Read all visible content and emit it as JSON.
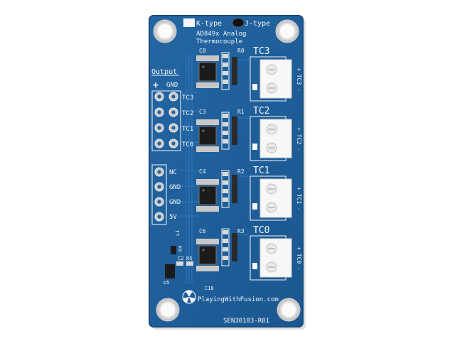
{
  "board": {
    "jumper_k": "K-type",
    "jumper_j": "J-type",
    "title_line1": "AD849x Analog",
    "title_line2": "Thermocouple",
    "output_label": "Output",
    "plus_sign": "+",
    "gnd_top": "GND",
    "output_pins": [
      "TC3",
      "TC2",
      "TC1",
      "TC0"
    ],
    "power_pins": [
      "NC",
      "GND",
      "GND",
      "5V"
    ],
    "channels": [
      "TC3",
      "TC2",
      "TC1",
      "TC0"
    ],
    "side_labels": [
      "+ TC3 -",
      "+ TC2 -",
      "+ TC1 -",
      "+ TC0 -"
    ],
    "resistors": [
      "R0",
      "R1",
      "R2",
      "R3"
    ],
    "caps": [
      "C0",
      "C3",
      "C4",
      "C6"
    ],
    "minor_labels": [
      "R4",
      "C2",
      "R5",
      "U5",
      "L1",
      "C10"
    ],
    "brand": "PlayingWithFusion.com",
    "part_number": "SEN30103-R01"
  },
  "colors": {
    "pcb": "#1f5f9a",
    "pcb_edge": "#174c7e",
    "silkscreen": "#f4f6f8",
    "pad": "#c8c8c8",
    "chip": "#1b1b1b",
    "terminal": "#f7f7f5"
  }
}
